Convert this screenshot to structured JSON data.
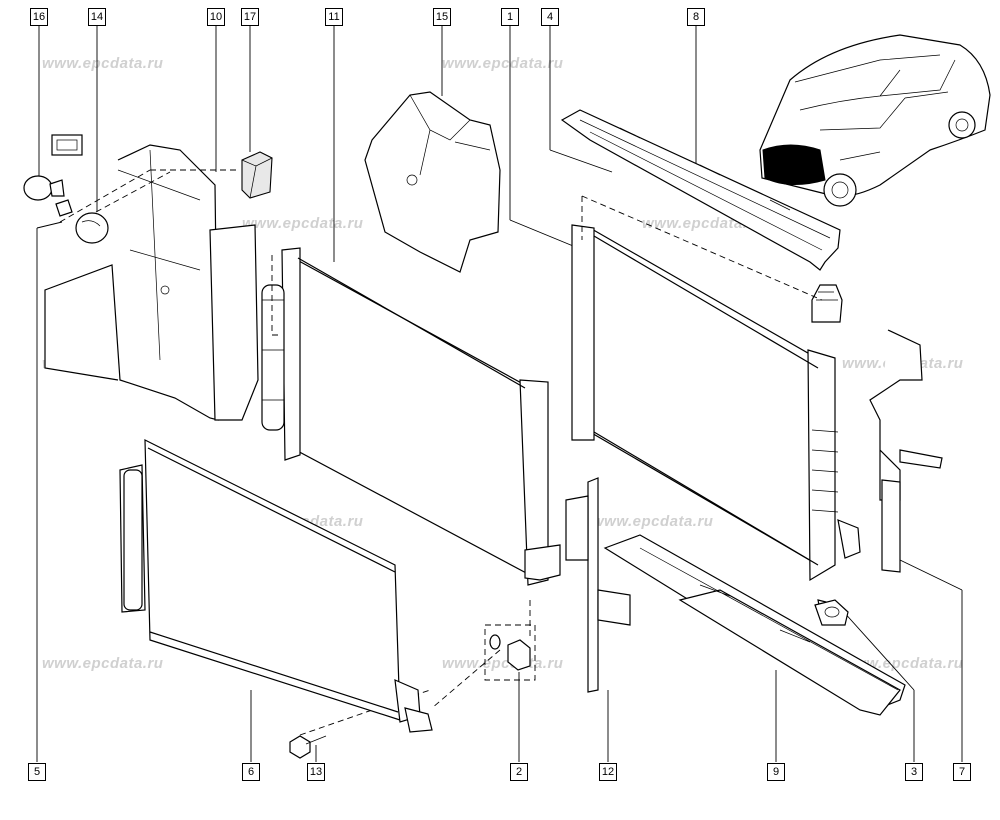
{
  "diagram": {
    "watermark_text": "www.epcdata.ru",
    "callouts": [
      {
        "id": "16",
        "label": "16"
      },
      {
        "id": "14",
        "label": "14"
      },
      {
        "id": "10",
        "label": "10"
      },
      {
        "id": "17",
        "label": "17"
      },
      {
        "id": "11",
        "label": "11"
      },
      {
        "id": "15",
        "label": "15"
      },
      {
        "id": "1",
        "label": "1"
      },
      {
        "id": "4",
        "label": "4"
      },
      {
        "id": "8",
        "label": "8"
      },
      {
        "id": "5",
        "label": "5"
      },
      {
        "id": "6",
        "label": "6"
      },
      {
        "id": "13",
        "label": "13"
      },
      {
        "id": "2",
        "label": "2"
      },
      {
        "id": "12",
        "label": "12"
      },
      {
        "id": "9",
        "label": "9"
      },
      {
        "id": "3",
        "label": "3"
      },
      {
        "id": "7",
        "label": "7"
      }
    ]
  }
}
